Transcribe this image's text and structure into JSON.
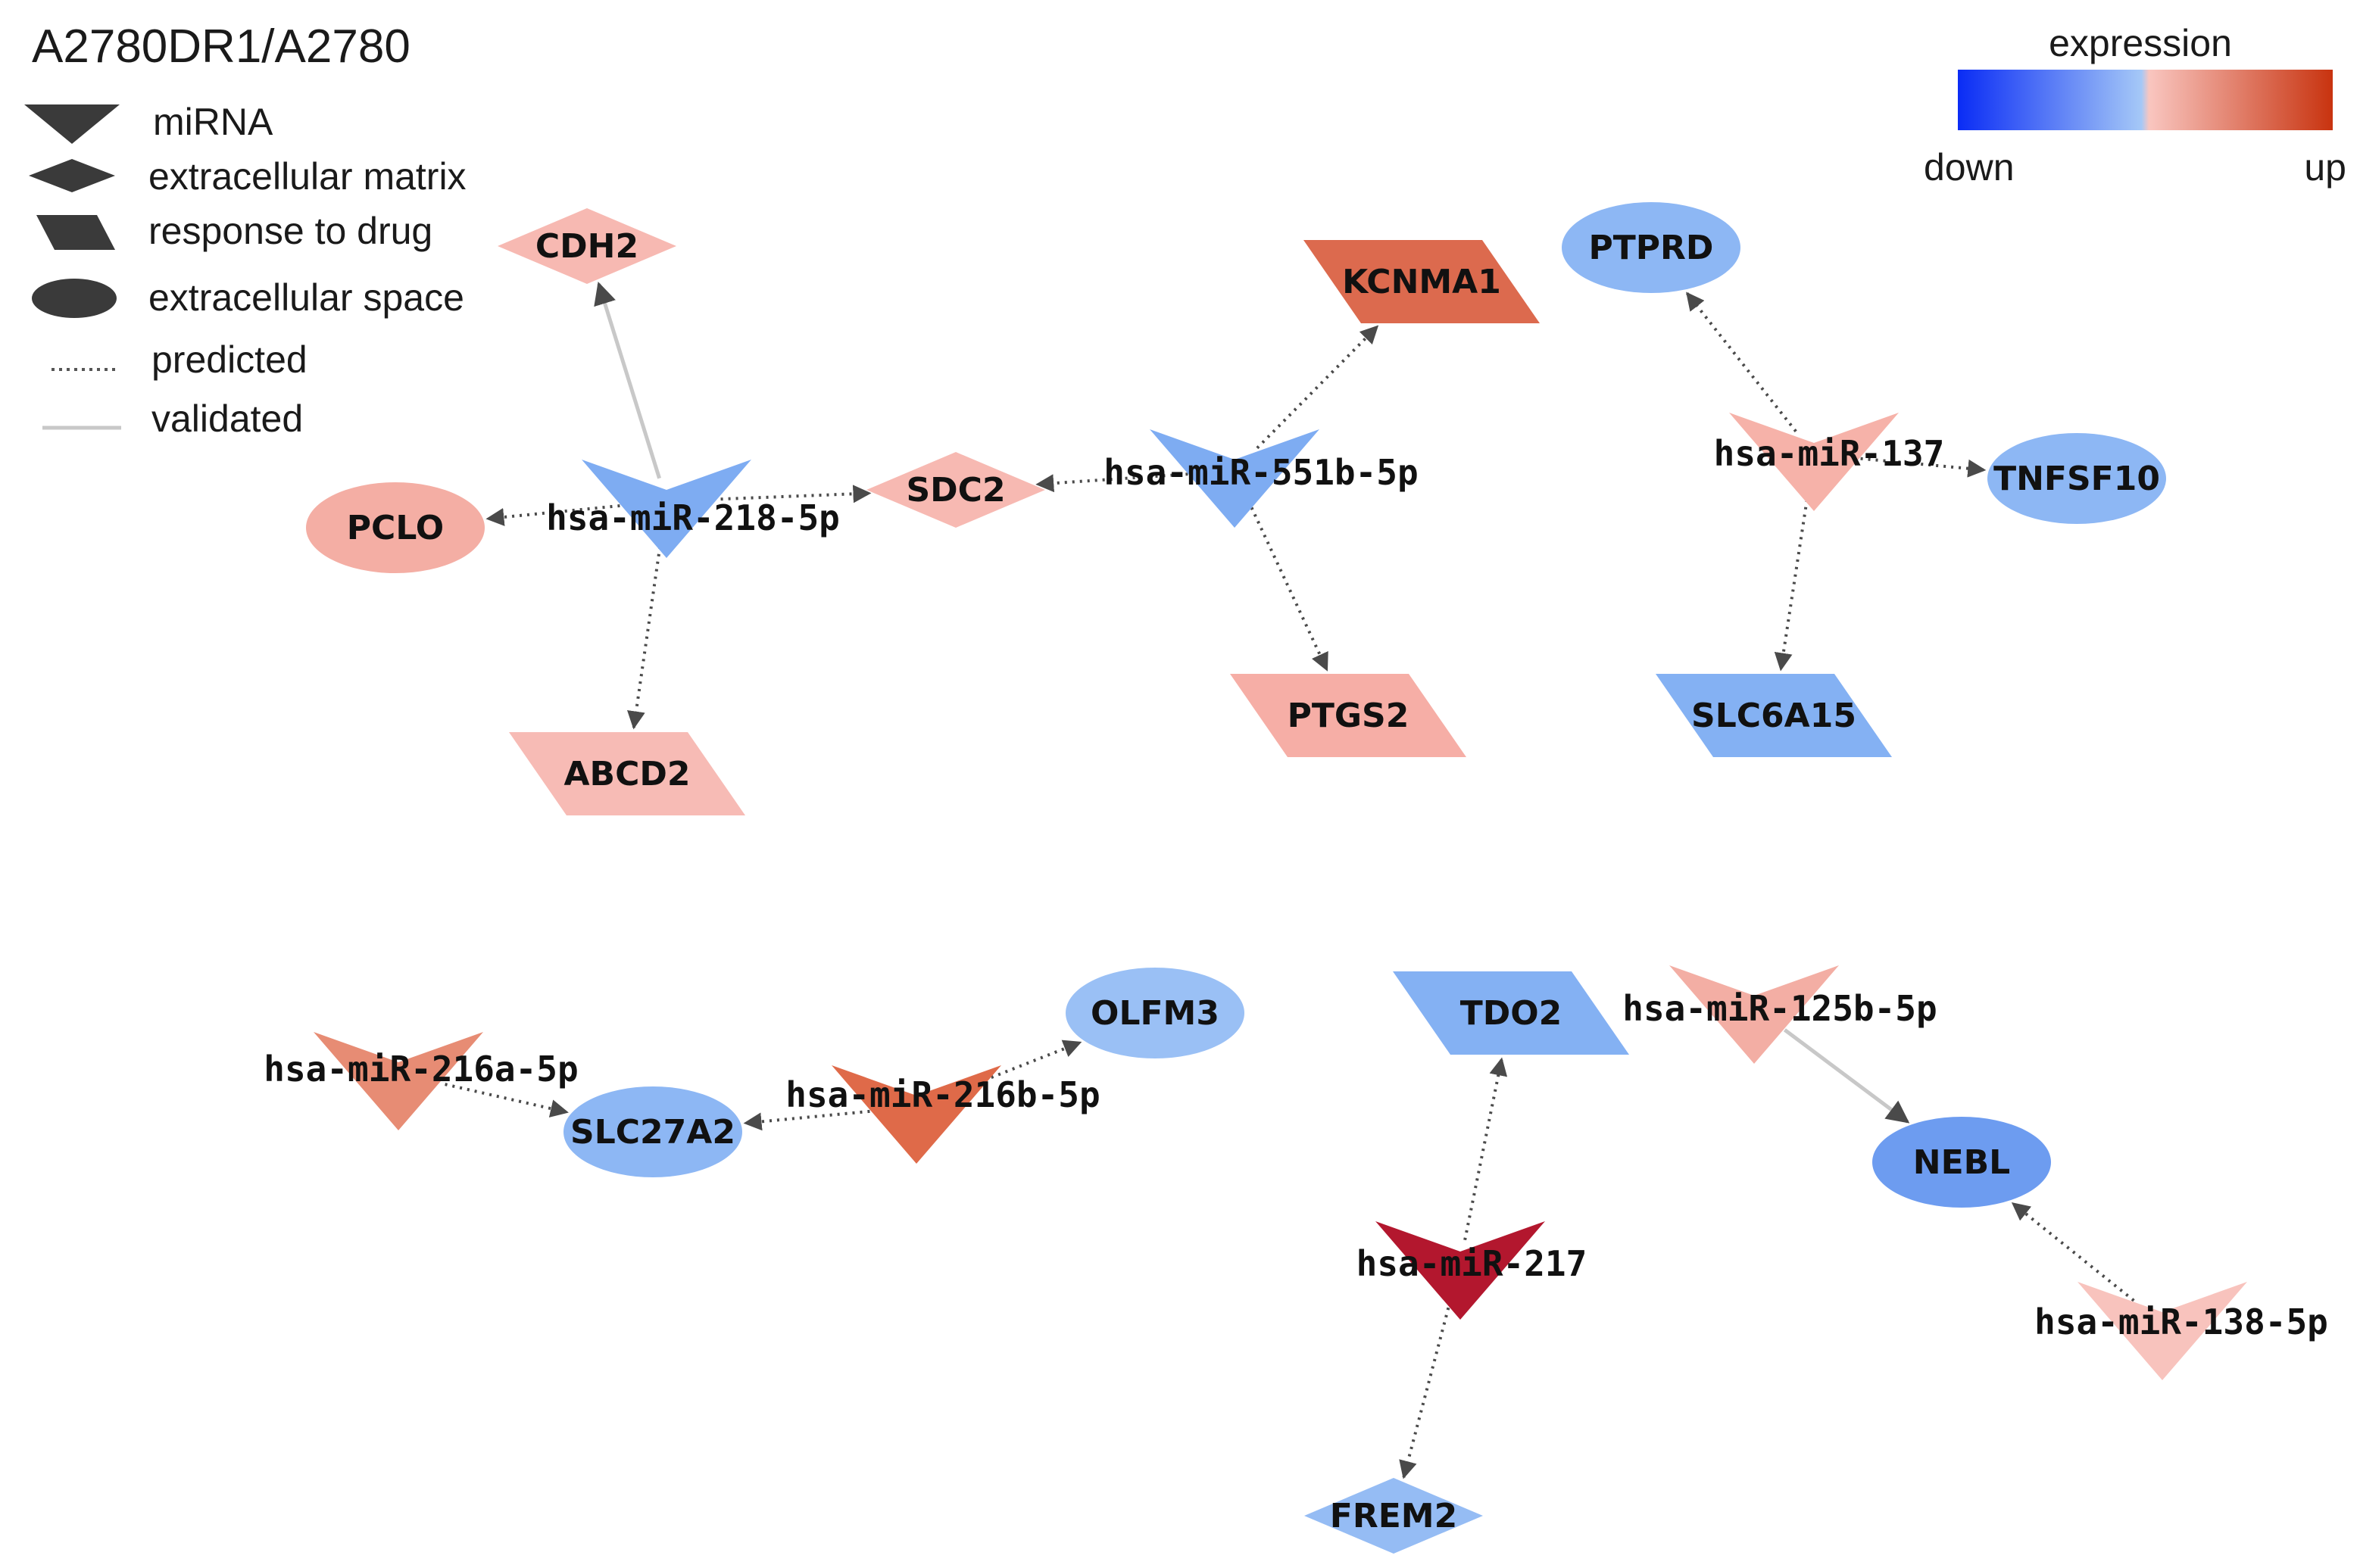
{
  "title": "A2780DR1/A2780",
  "legend": {
    "shapes": [
      {
        "shape": "miRNA-chevron",
        "label": "miRNA"
      },
      {
        "shape": "diamond",
        "label": "extracellular matrix"
      },
      {
        "shape": "parallelogram",
        "label": "response to drug"
      },
      {
        "shape": "ellipse",
        "label": "extracellular space"
      }
    ],
    "edges": [
      {
        "style": "dotted",
        "label": "predicted"
      },
      {
        "style": "solid",
        "label": "validated"
      }
    ]
  },
  "colorbar": {
    "title": "expression",
    "low_label": "down",
    "high_label": "up",
    "low_color": "#0a2cf5",
    "mid_low_color": "#a5c8f7",
    "mid_high_color": "#f9c6c0",
    "high_color": "#c8330f"
  },
  "nodes": [
    {
      "id": "hsa-miR-218-5p",
      "type": "mirna",
      "color": "#7eacf2"
    },
    {
      "id": "CDH2",
      "type": "diamond",
      "color": "#f7b9b2"
    },
    {
      "id": "PCLO",
      "type": "ellipse",
      "color": "#f4aea4"
    },
    {
      "id": "SDC2",
      "type": "diamond",
      "color": "#f7b9b2"
    },
    {
      "id": "ABCD2",
      "type": "parallelogram",
      "color": "#f7bbb5"
    },
    {
      "id": "hsa-miR-551b-5p",
      "type": "mirna",
      "color": "#7eacf2"
    },
    {
      "id": "KCNMA1",
      "type": "parallelogram",
      "color": "#dc6a4e"
    },
    {
      "id": "PTGS2",
      "type": "parallelogram",
      "color": "#f6aea6"
    },
    {
      "id": "hsa-miR-137",
      "type": "mirna",
      "color": "#f6b2a9"
    },
    {
      "id": "PTPRD",
      "type": "ellipse",
      "color": "#8db7f4"
    },
    {
      "id": "TNFSF10",
      "type": "ellipse",
      "color": "#8db7f4"
    },
    {
      "id": "SLC6A15",
      "type": "parallelogram",
      "color": "#84b1f3"
    },
    {
      "id": "hsa-miR-216a-5p",
      "type": "mirna",
      "color": "#e78c74"
    },
    {
      "id": "SLC27A2",
      "type": "ellipse",
      "color": "#8db7f4"
    },
    {
      "id": "hsa-miR-216b-5p",
      "type": "mirna",
      "color": "#df6a49"
    },
    {
      "id": "OLFM3",
      "type": "ellipse",
      "color": "#9ac0f5"
    },
    {
      "id": "TDO2",
      "type": "parallelogram",
      "color": "#84b1f3"
    },
    {
      "id": "hsa-miR-217",
      "type": "mirna",
      "color": "#b3172e"
    },
    {
      "id": "FREM2",
      "type": "diamond",
      "color": "#95bcf4"
    },
    {
      "id": "hsa-miR-125b-5p",
      "type": "mirna",
      "color": "#f3aea4"
    },
    {
      "id": "NEBL",
      "type": "ellipse",
      "color": "#6d9cf0"
    },
    {
      "id": "hsa-miR-138-5p",
      "type": "mirna",
      "color": "#f8c3bd"
    }
  ],
  "edges": [
    {
      "source": "hsa-miR-218-5p",
      "target": "CDH2",
      "style": "solid"
    },
    {
      "source": "hsa-miR-218-5p",
      "target": "PCLO",
      "style": "dotted"
    },
    {
      "source": "hsa-miR-218-5p",
      "target": "SDC2",
      "style": "dotted"
    },
    {
      "source": "hsa-miR-218-5p",
      "target": "ABCD2",
      "style": "dotted"
    },
    {
      "source": "hsa-miR-551b-5p",
      "target": "SDC2",
      "style": "dotted"
    },
    {
      "source": "hsa-miR-551b-5p",
      "target": "KCNMA1",
      "style": "dotted"
    },
    {
      "source": "hsa-miR-551b-5p",
      "target": "PTGS2",
      "style": "dotted"
    },
    {
      "source": "hsa-miR-137",
      "target": "PTPRD",
      "style": "dotted"
    },
    {
      "source": "hsa-miR-137",
      "target": "TNFSF10",
      "style": "dotted"
    },
    {
      "source": "hsa-miR-137",
      "target": "SLC6A15",
      "style": "dotted"
    },
    {
      "source": "hsa-miR-216a-5p",
      "target": "SLC27A2",
      "style": "dotted"
    },
    {
      "source": "hsa-miR-216b-5p",
      "target": "SLC27A2",
      "style": "dotted"
    },
    {
      "source": "hsa-miR-216b-5p",
      "target": "OLFM3",
      "style": "dotted"
    },
    {
      "source": "hsa-miR-217",
      "target": "TDO2",
      "style": "dotted"
    },
    {
      "source": "hsa-miR-217",
      "target": "FREM2",
      "style": "dotted"
    },
    {
      "source": "hsa-miR-125b-5p",
      "target": "NEBL",
      "style": "solid"
    },
    {
      "source": "hsa-miR-138-5p",
      "target": "NEBL",
      "style": "dotted"
    }
  ]
}
